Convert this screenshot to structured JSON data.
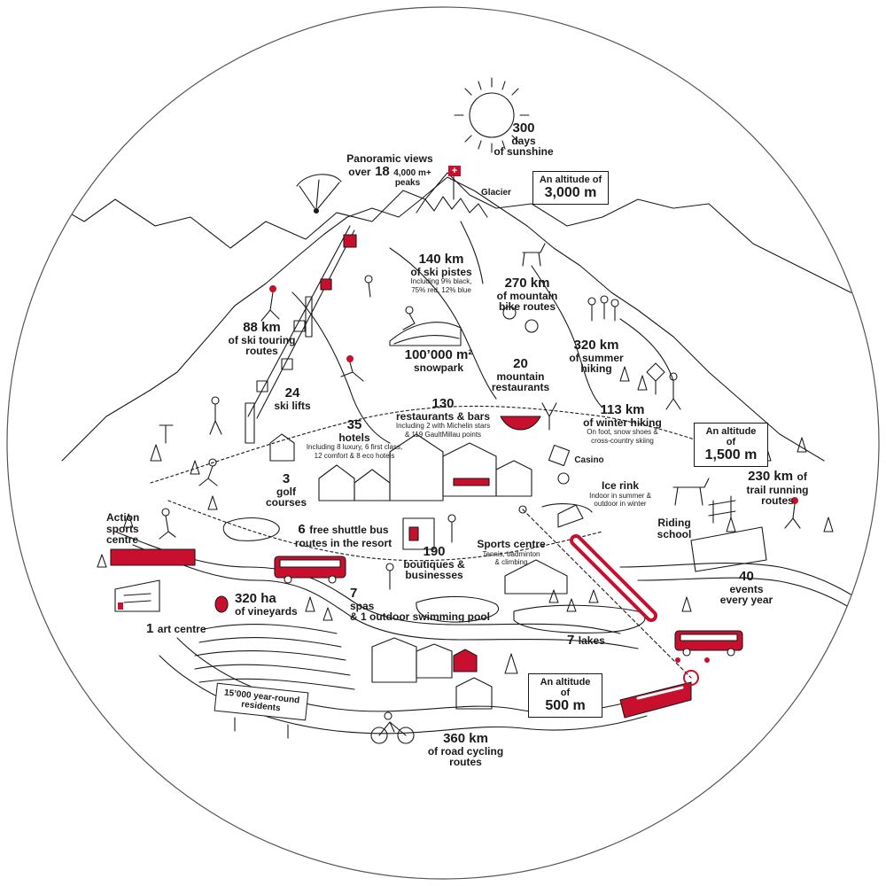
{
  "colors": {
    "ink": "#1a1a1a",
    "accent": "#c8102e",
    "background": "#ffffff"
  },
  "flag_symbol": "+",
  "labels": {
    "sunshine": {
      "value": "300",
      "line1": "days",
      "line2": "of sunshine"
    },
    "panorama": {
      "line1": "Panoramic views",
      "prefix": "over",
      "number": "18",
      "line2": "4,000 m+",
      "line3": "peaks"
    },
    "glacier": "Glacier",
    "altitude_top": {
      "label": "An altitude of",
      "value": "3,000 m"
    },
    "ski_pistes": {
      "value": "140 km",
      "line1": "of ski pistes",
      "detail1": "Including 9% black,",
      "detail2": "75% red, 12% blue"
    },
    "bike": {
      "value": "270 km",
      "line1": "of mountain",
      "line2": "bike routes"
    },
    "ski_touring": {
      "value": "88 km",
      "line1": "of ski touring",
      "line2": "routes"
    },
    "snowpark": {
      "value": "100’000 m²",
      "line1": "snowpark"
    },
    "summer_hiking": {
      "value": "320 km",
      "line1": "of summer",
      "line2": "hiking"
    },
    "mountain_restaurants": {
      "value": "20",
      "line1": "mountain",
      "line2": "restaurants"
    },
    "ski_lifts": {
      "value": "24",
      "line1": "ski lifts"
    },
    "restaurants": {
      "value": "130",
      "line1": "restaurants & bars",
      "detail1": "Including 2 with Michelin stars",
      "detail2": "& 119 GaultMillau points"
    },
    "winter_hiking": {
      "value": "113 km",
      "line1": "of winter hiking",
      "detail1": "On foot, snow shoes &",
      "detail2": "cross-country skiing"
    },
    "hotels": {
      "value": "35",
      "line1": "hotels",
      "detail1": "Including 8 luxury, 6 first class,",
      "detail2": "12 comfort & 8 eco hotels"
    },
    "altitude_mid": {
      "label": "An altitude of",
      "value": "1,500 m"
    },
    "casino": "Casino",
    "golf": {
      "value": "3",
      "line1": "golf",
      "line2": "courses"
    },
    "ice_rink": {
      "line1": "Ice rink",
      "detail1": "Indoor in summer &",
      "detail2": "outdoor in winter"
    },
    "trail": {
      "value": "230 km",
      "suffix": "of",
      "line1": "trail running",
      "line2": "routes"
    },
    "riding": {
      "line1": "Riding",
      "line2": "school"
    },
    "action_sports": {
      "line1": "Action",
      "line2": "sports",
      "line3": "centre"
    },
    "shuttle": {
      "value": "6",
      "line1": "free shuttle bus",
      "line2": "routes in the resort"
    },
    "sports_centre": {
      "line1": "Sports centre",
      "detail1": "Tennis, badminton",
      "detail2": "& climbing"
    },
    "boutiques": {
      "value": "190",
      "line1": "boutiques &",
      "line2": "businesses"
    },
    "events": {
      "value": "40",
      "line1": "events",
      "line2": "every year"
    },
    "vineyards": {
      "value": "320 ha",
      "line1": "of vineyards"
    },
    "spas": {
      "value": "7",
      "line1": "spas",
      "line2": "& 1 outdoor swimming pool"
    },
    "art_centre": {
      "value": "1",
      "line1": "art centre"
    },
    "lakes": {
      "value": "7",
      "line1": "lakes"
    },
    "altitude_low": {
      "label": "An altitude of",
      "value": "500 m"
    },
    "residents": {
      "line1": "15’000 year-round",
      "line2": "residents"
    },
    "road_cycling": {
      "value": "360 km",
      "line1": "of road cycling",
      "line2": "routes"
    }
  }
}
